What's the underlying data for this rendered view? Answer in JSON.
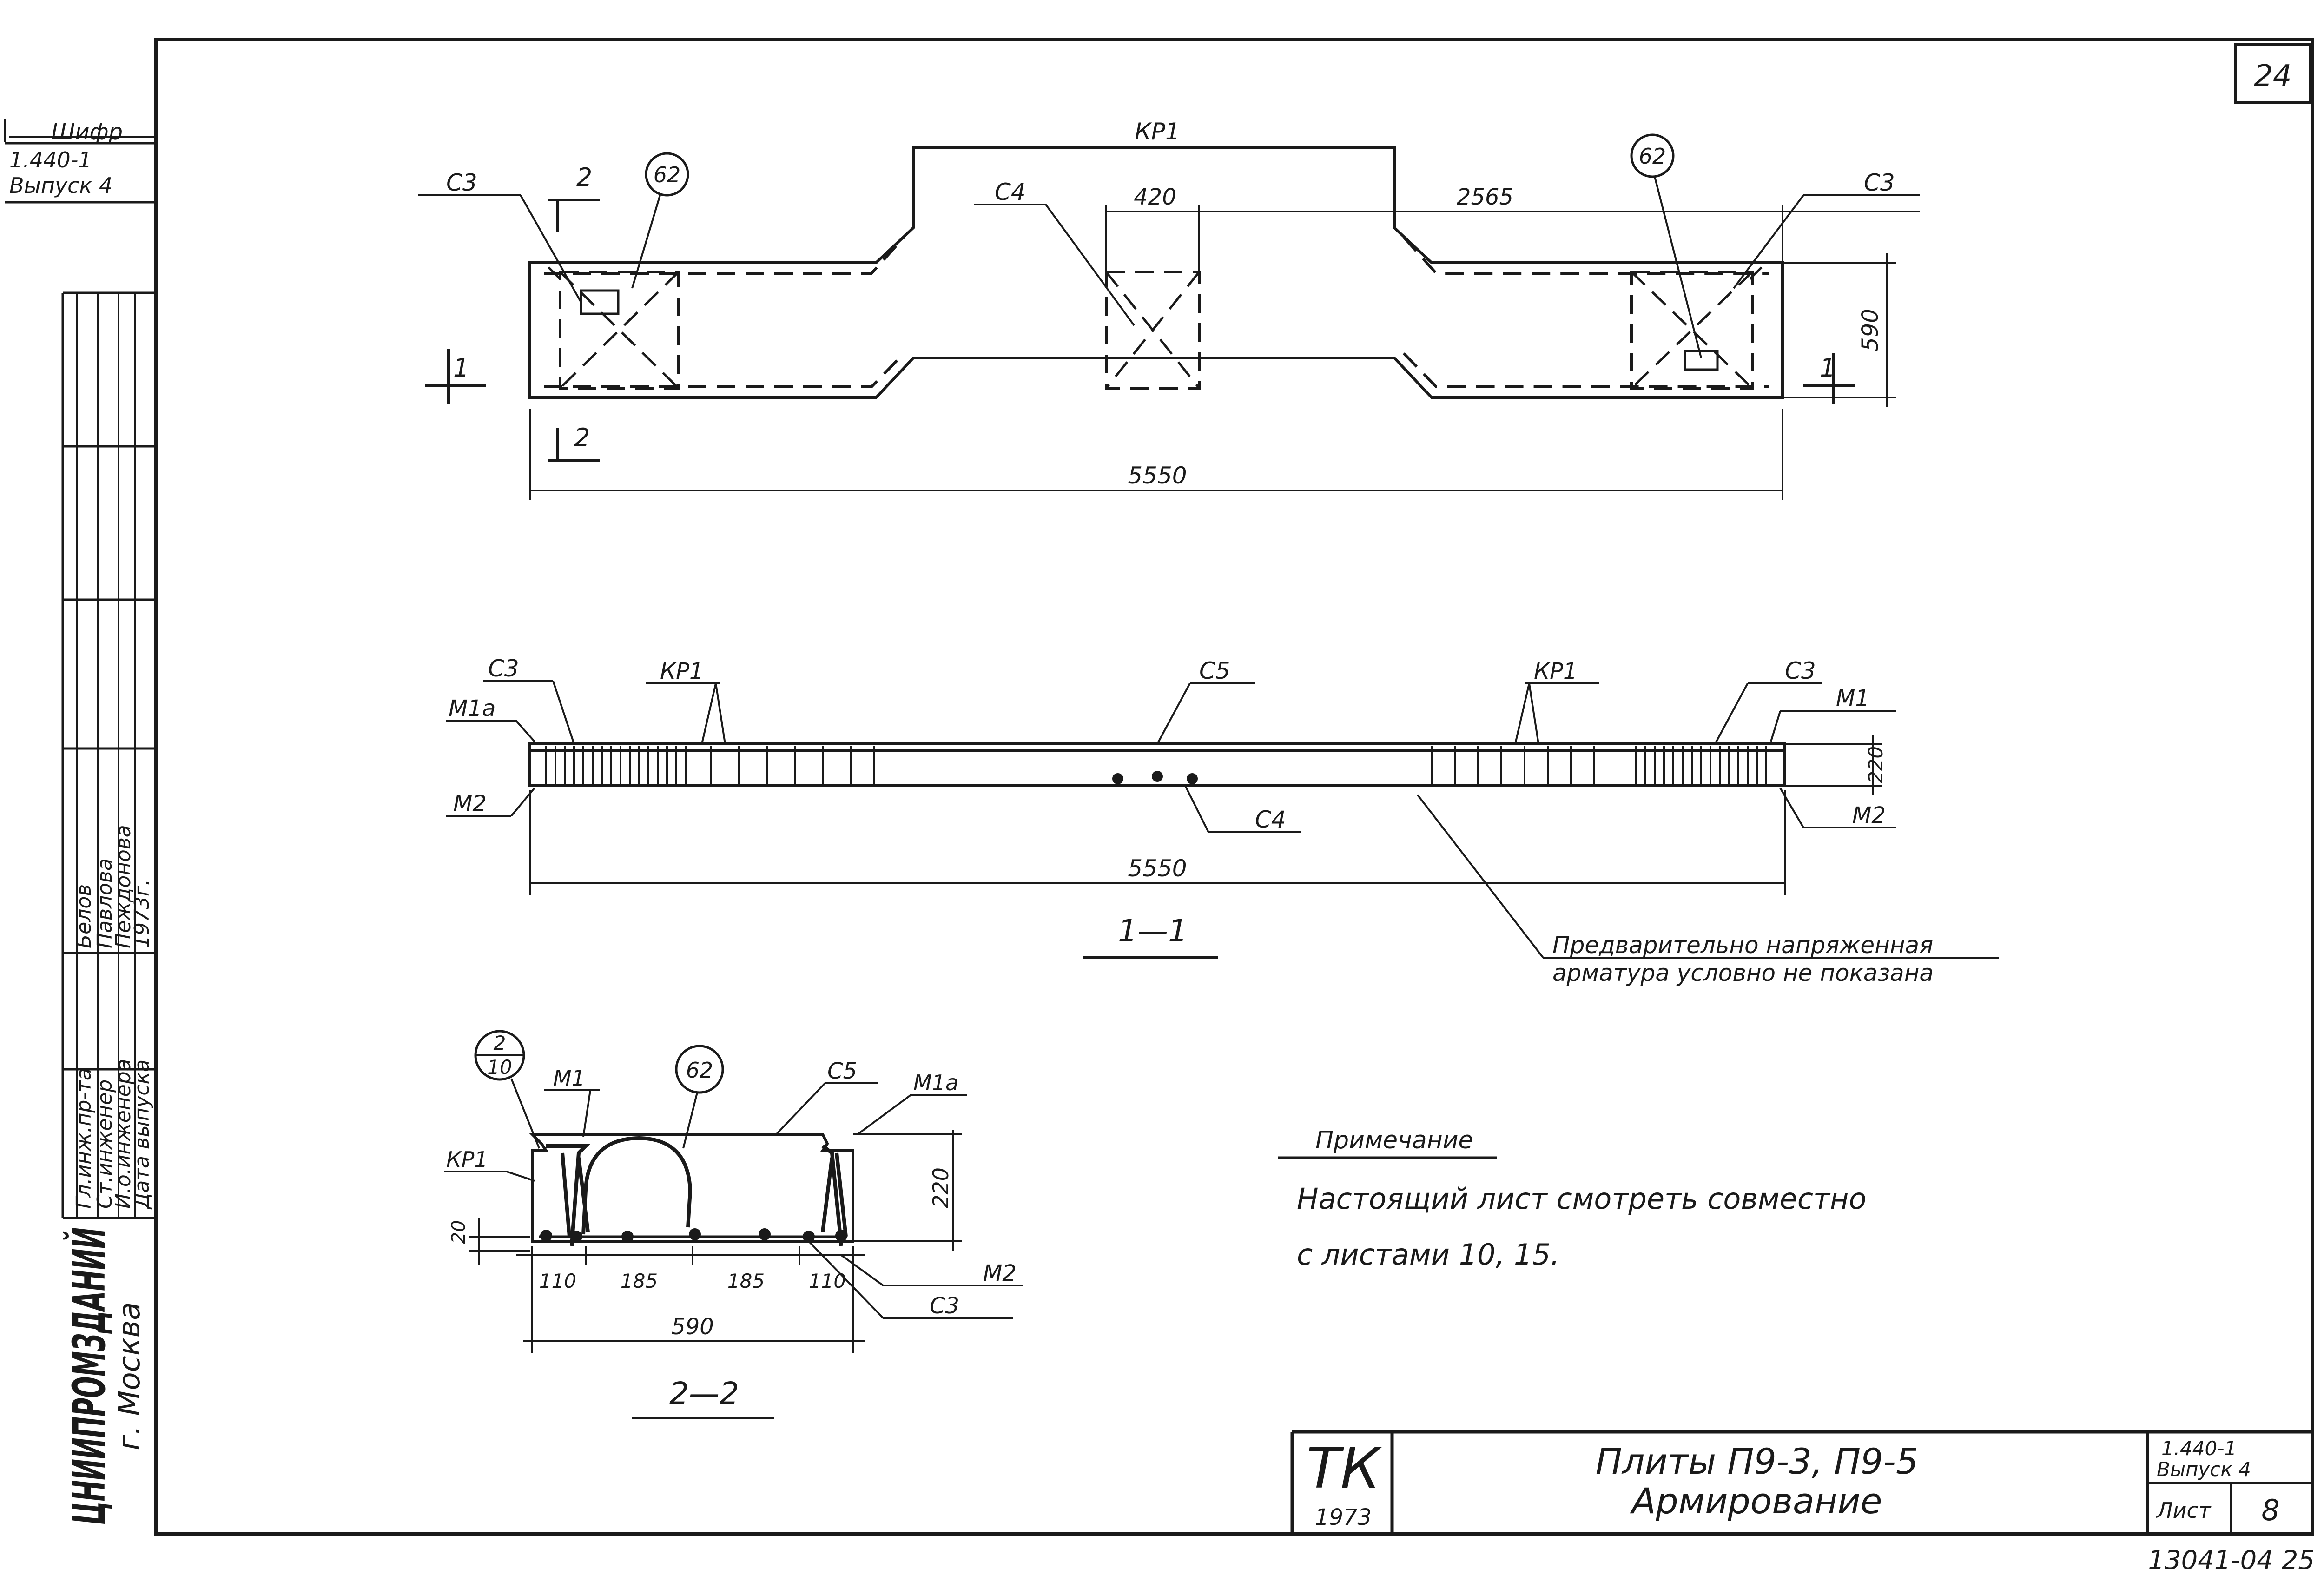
{
  "page_number": "24",
  "bottom_code": "13041-04 25",
  "cipher": {
    "label": "Шифр",
    "series": "1.440-1",
    "issue": "Выпуск 4"
  },
  "staff": {
    "roles": [
      "Гл.инж.пр-та",
      "Ст.инженер",
      "И.о.инженера",
      "Дата выпуска"
    ],
    "names": [
      "Белов",
      "Павлова",
      "Пеждонова",
      "1973г."
    ]
  },
  "org": {
    "name": "ЦНИИПРОМЗДАНИЙ",
    "city": "г. Москва"
  },
  "plan": {
    "labels": [
      "КР1",
      "С3",
      "С4",
      "С3",
      "62",
      "62",
      "2",
      "2",
      "1",
      "1"
    ],
    "dims": [
      "420",
      "2565",
      "590",
      "5550"
    ]
  },
  "section_1_1": {
    "title": "1—1",
    "labels": [
      "С3",
      "КР1",
      "С5",
      "КР1",
      "С3",
      "М1а",
      "М1",
      "М2",
      "М2",
      "С4"
    ],
    "dims": [
      "220",
      "5550"
    ],
    "note_line1": "Предварительно напряженная",
    "note_line2": "арматура условно не показана"
  },
  "section_2_2": {
    "title": "2—2",
    "callout_top": "2",
    "callout_bottom": "10",
    "labels": [
      "М1",
      "62",
      "С5",
      "М1а",
      "КР1",
      "М2",
      "С3"
    ],
    "dims": [
      "220",
      "20",
      "110",
      "185",
      "185",
      "110",
      "590"
    ]
  },
  "note": {
    "title": "Примечание",
    "line1": "Настоящий лист смотреть совместно",
    "line2": "с листами 10, 15."
  },
  "title_block": {
    "stamp": "ТК",
    "year": "1973",
    "title_line1": "Плиты П9-3, П9-5",
    "title_line2": "Армирование",
    "series": "1.440-1",
    "issue": "Выпуск 4",
    "sheet_label": "Лист",
    "sheet_number": "8"
  }
}
